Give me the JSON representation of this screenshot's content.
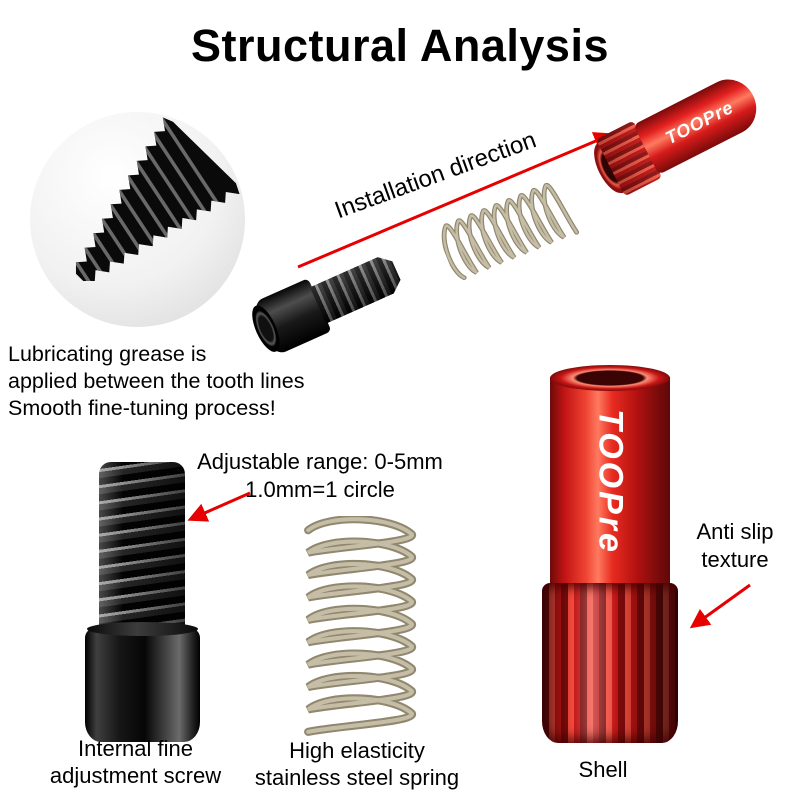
{
  "title": "Structural Analysis",
  "brand": "TOOPre",
  "installation_direction": "Installation direction",
  "lubrication_note": {
    "line1": "Lubricating grease is",
    "line2": "applied between the tooth lines",
    "line3": "Smooth fine-tuning process!"
  },
  "adjustable_note": {
    "line1": "Adjustable range: 0-5mm",
    "line2": "1.0mm=1 circle"
  },
  "anti_slip_note": {
    "line1": "Anti slip",
    "line2": "texture"
  },
  "part_labels": {
    "screw": {
      "line1": "Internal fine",
      "line2": "adjustment screw"
    },
    "spring": {
      "line1": "High elasticity",
      "line2": "stainless steel spring"
    },
    "shell": "Shell"
  },
  "colors": {
    "accent_red": "#e60000",
    "shell_red": "#d81c1c",
    "spring_gray": "#b3a891",
    "screw_black": "#0a0a0a",
    "text": "#000000"
  }
}
